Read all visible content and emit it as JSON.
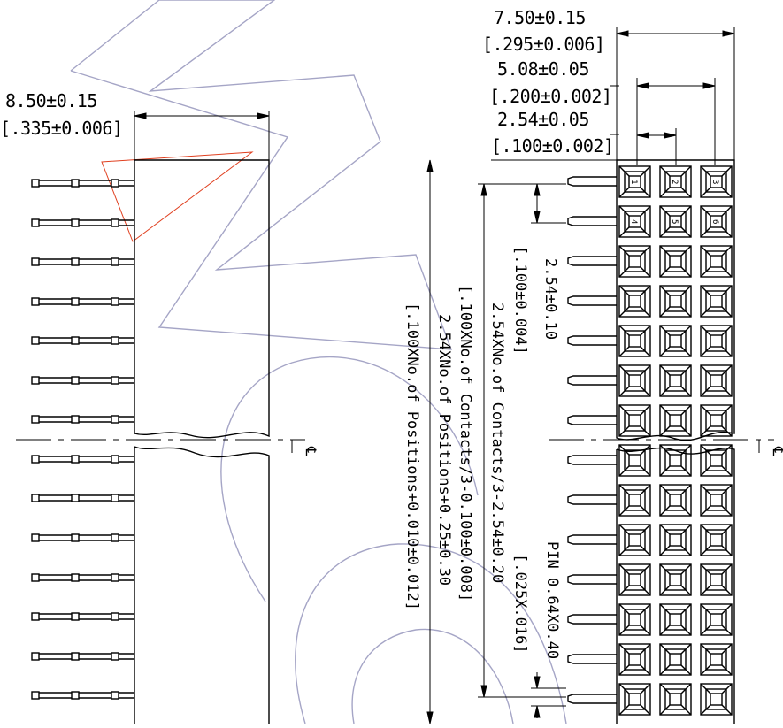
{
  "dimensions": {
    "width_metric": "7.50±0.15",
    "width_imperial": "[.295±0.006]",
    "row_span_metric": "5.08±0.05",
    "row_span_imperial": "[.200±0.002]",
    "row_pitch_metric": "2.54±0.05",
    "row_pitch_imperial": "[.100±0.002]",
    "side_height_metric": "8.50±0.15",
    "side_height_imperial": "[.335±0.006]"
  },
  "vertical_labels": {
    "pitch_metric": "2.54±0.10",
    "pitch_imperial": "[.100±0.004]",
    "contacts_metric": "2.54XNo.of Contacts/3-2.54±0.20",
    "contacts_imperial": "[.100XNo.of Contacts/3-0.100±0.008]",
    "positions_metric": "2.54XNo.of Positions+0.25±0.30",
    "positions_imperial": "[.100XNo.of Positions+0.010±0.012]",
    "pin_metric": "PIN 0.64X0.40",
    "pin_imperial": "[.025X.016]"
  },
  "centerline_symbol": "℄",
  "contact_numbers": [
    "1",
    "2",
    "3",
    "4",
    "5",
    "6"
  ],
  "colors": {
    "line": "#000000",
    "watermark": "#8f8fb8",
    "marker": "#e04020"
  }
}
